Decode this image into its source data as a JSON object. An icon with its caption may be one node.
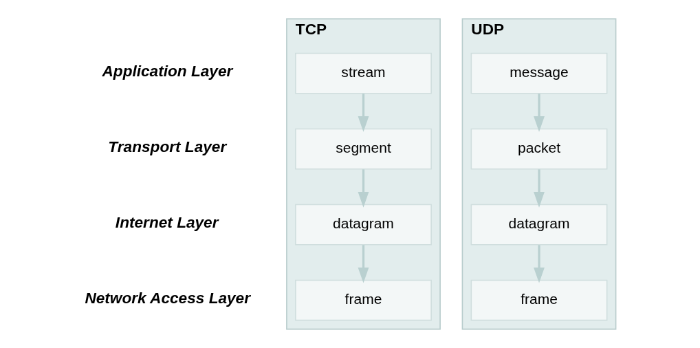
{
  "diagram": {
    "nodes": [
      {
        "text": [
          "TCP"
        ]
      },
      {
        "text": [
          "stream"
        ],
        "in": 0
      },
      {
        "text": [
          "segment"
        ],
        "in": 0
      },
      {
        "text": [
          "datagram"
        ],
        "in": 0
      },
      {
        "text": [
          "frame"
        ],
        "in": 0
      },
      {
        "text": [
          "UDP"
        ]
      },
      {
        "text": [
          "message"
        ],
        "in": 5
      },
      {
        "text": [
          "packet"
        ],
        "in": 5
      },
      {
        "text": [
          "datagram"
        ],
        "in": 5
      },
      {
        "text": [
          "frame"
        ],
        "in": 5
      }
    ],
    "edges": [
      {
        "from": 1,
        "to": 2,
        "arrow": "to"
      },
      {
        "from": 2,
        "to": 3,
        "arrow": "to"
      },
      {
        "from": 3,
        "to": 4,
        "arrow": "to"
      },
      {
        "from": 6,
        "to": 7,
        "arrow": "to"
      },
      {
        "from": 7,
        "to": 8,
        "arrow": "to"
      },
      {
        "from": 8,
        "to": 9,
        "arrow": "to"
      }
    ],
    "labels": [
      "Application Layer",
      "Transport Layer",
      "Internet Layer",
      "Network Access Layer"
    ]
  }
}
